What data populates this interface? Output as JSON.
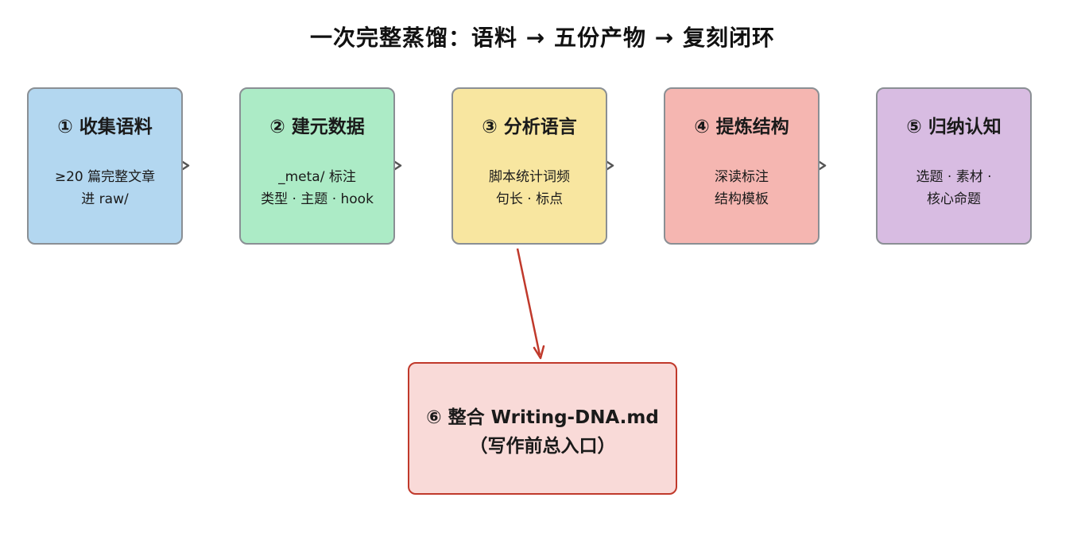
{
  "title": "一次完整蒸馏：语料 → 五份产物 → 复刻闭环",
  "nodes": [
    {
      "title": "① 收集语料",
      "lines": [
        "≥20 篇完整文章",
        "进 raw/"
      ]
    },
    {
      "title": "② 建元数据",
      "lines": [
        "_meta/ 标注",
        "类型 · 主题 · hook"
      ]
    },
    {
      "title": "③ 分析语言",
      "lines": [
        "脚本统计词频",
        "句长 · 标点"
      ]
    },
    {
      "title": "④ 提炼结构",
      "lines": [
        "深读标注",
        "结构模板"
      ]
    },
    {
      "title": "⑤ 归纳认知",
      "lines": [
        "选题 · 素材 ·",
        "核心命题"
      ]
    }
  ],
  "final_node": {
    "title_lines": [
      "⑥ 整合 Writing-DNA.md",
      "（写作前总入口）"
    ]
  },
  "colors": {
    "step1": "#b3d7f0",
    "step2": "#acebc6",
    "step3": "#f8e6a0",
    "step4": "#f5b6b1",
    "step5": "#d8bce2",
    "final_fill": "#f9dad8",
    "final_border": "#c0392b",
    "arrow_gray": "#555555",
    "arrow_red": "#c0392b"
  }
}
